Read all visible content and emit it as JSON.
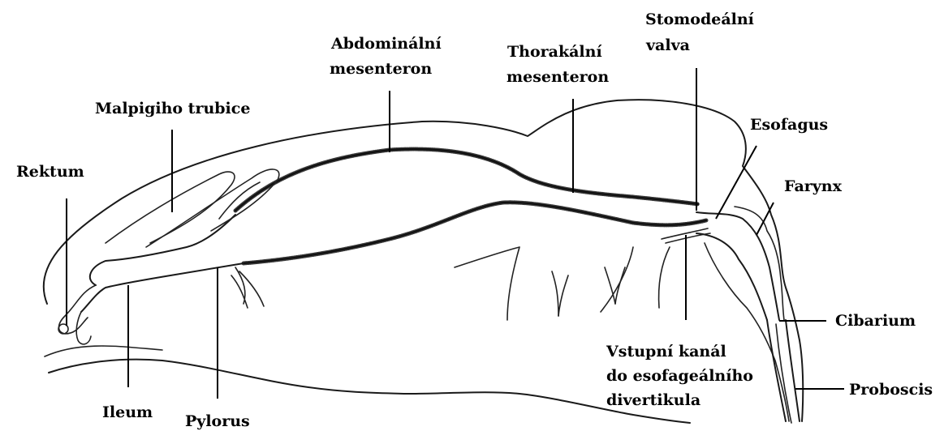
{
  "labels": {
    "rektum": "Rektum",
    "malpighi": "Malpigiho trubice",
    "abdominal_1": "Abdominální",
    "abdominal_2": "mesenteron",
    "thoracic_1": "Thorakální",
    "thoracic_2": "mesenteron",
    "stomodeal_1": "Stomodeální",
    "stomodeal_2": "valva",
    "esofagus": "Esofagus",
    "farynx": "Farynx",
    "cibarium": "Cibarium",
    "proboscis": "Proboscis",
    "vstupni_1": "Vstupní kanál",
    "vstupni_2": "do esofageálního",
    "vstupni_3": "divertikula",
    "ileum": "Ileum",
    "pylorus": "Pylorus"
  }
}
